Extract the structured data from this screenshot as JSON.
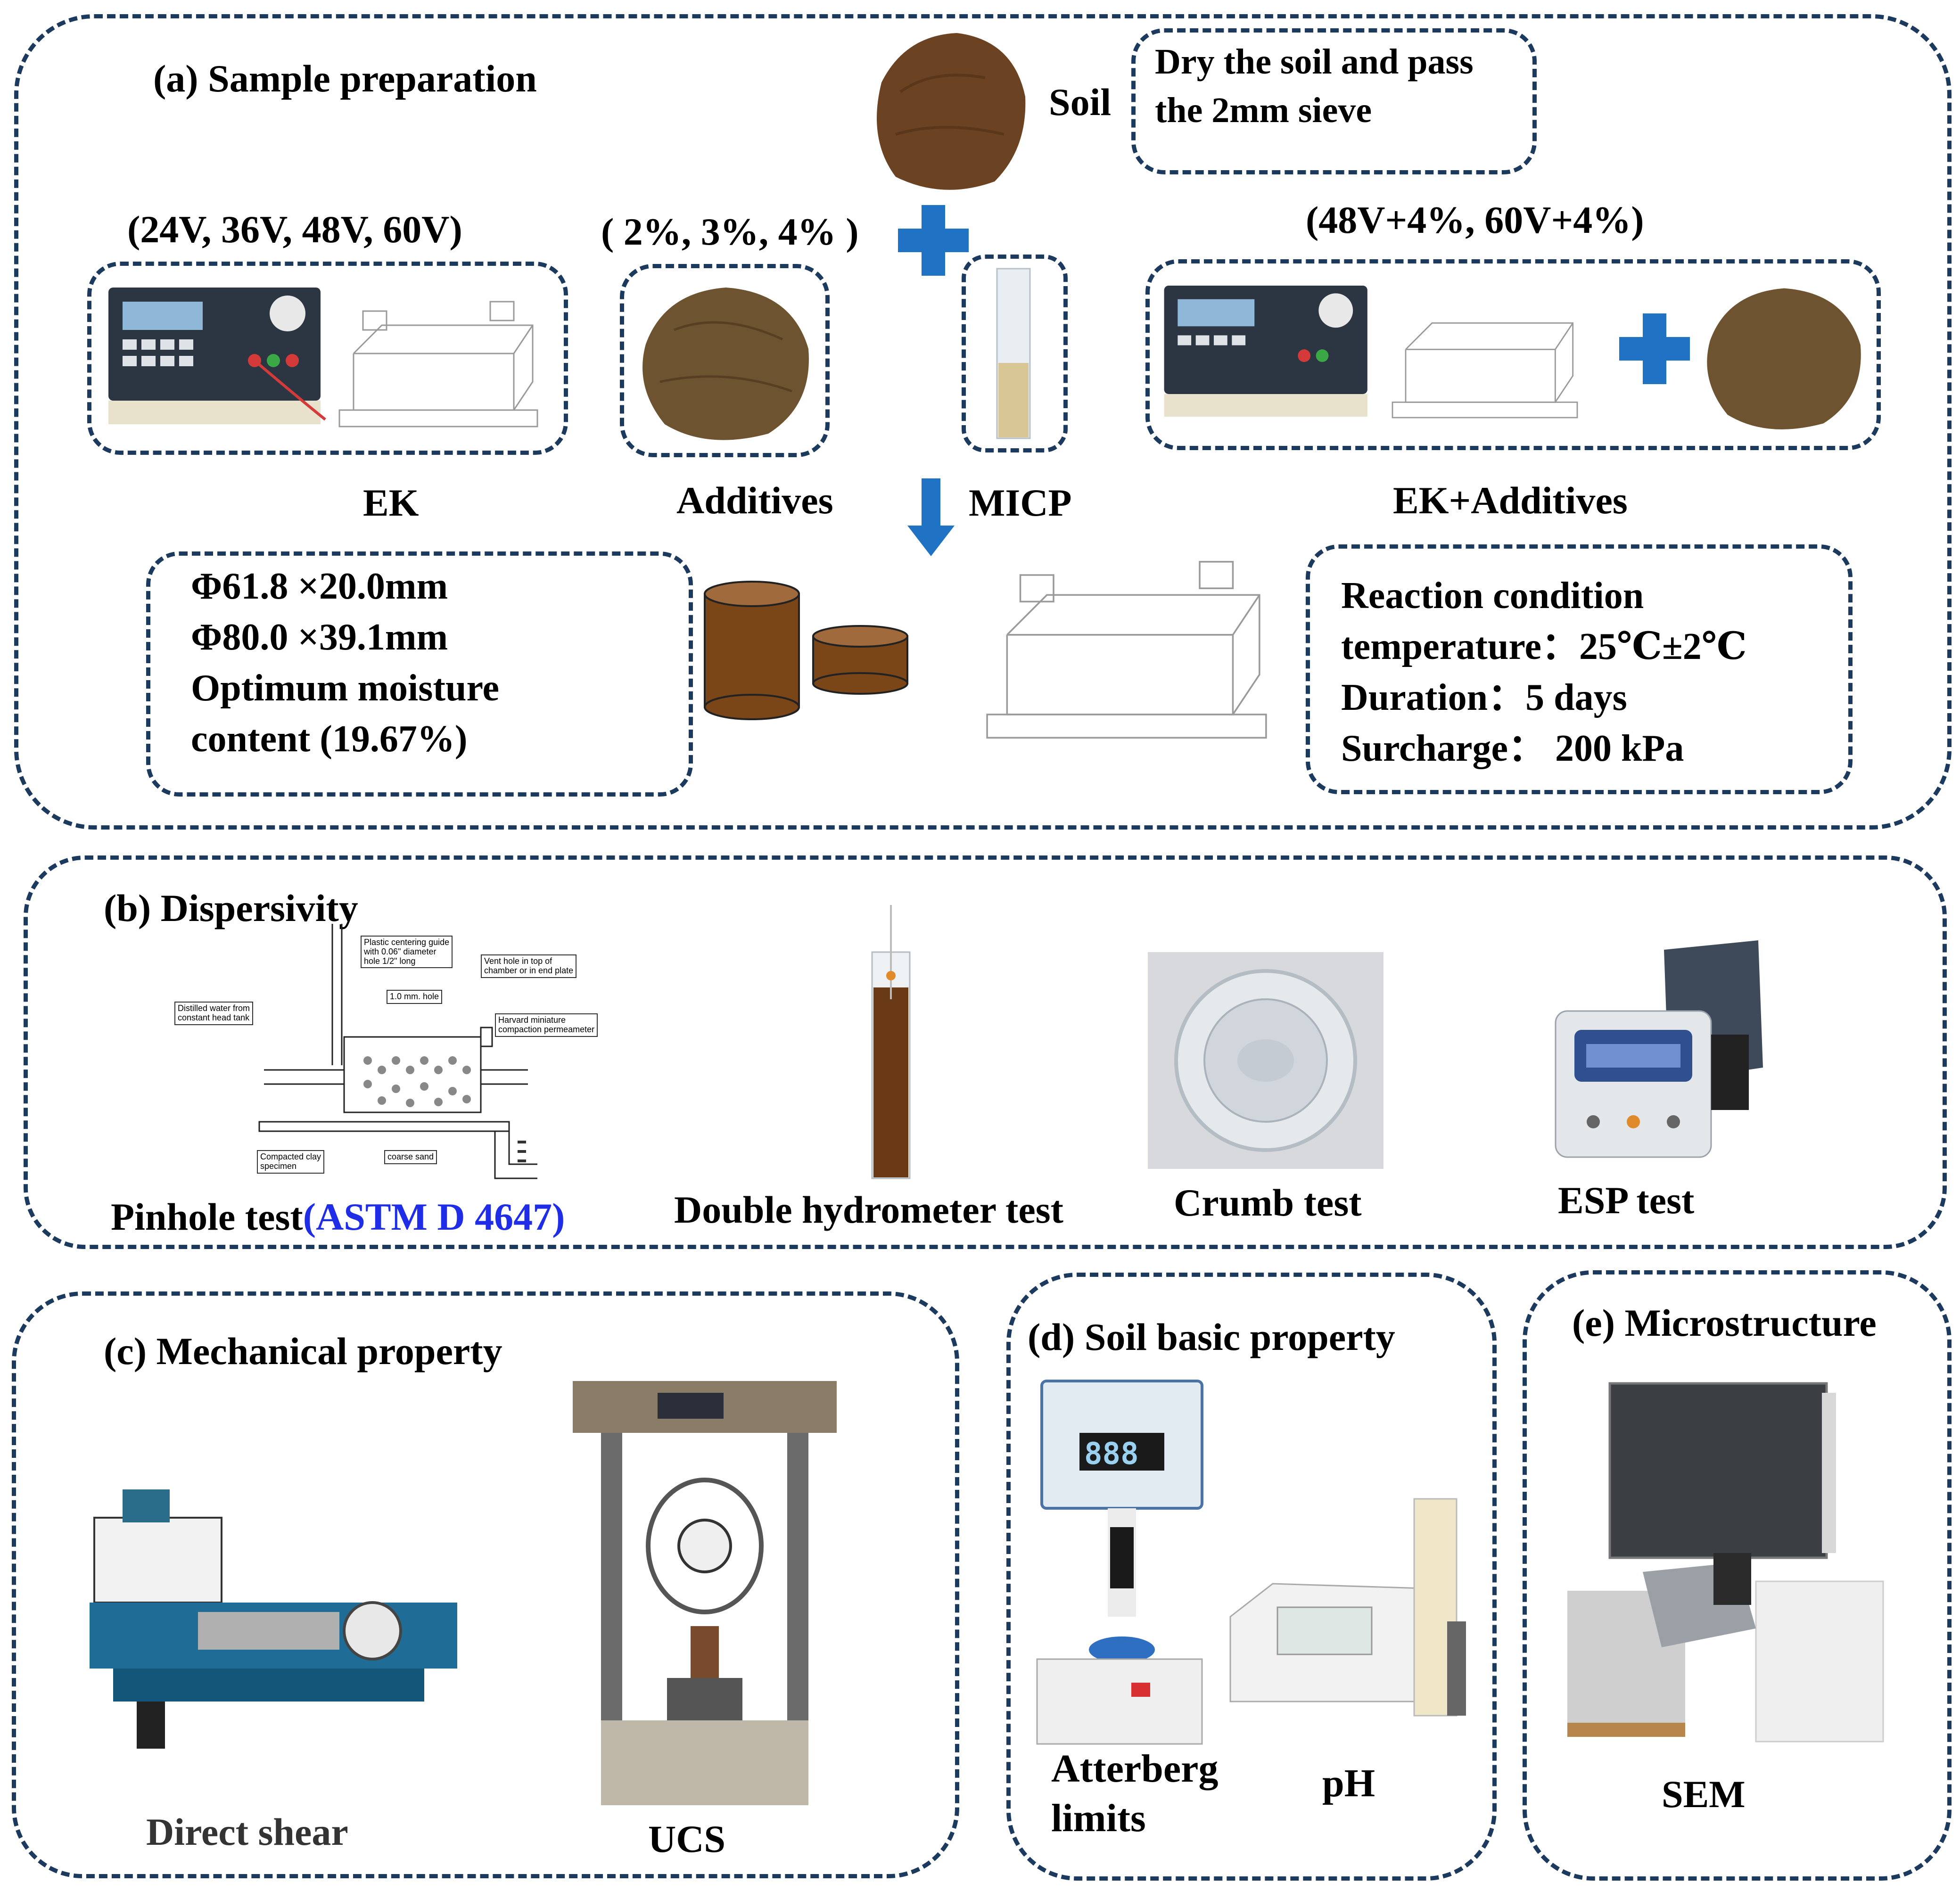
{
  "panel_a": {
    "title": "(a) Sample preparation",
    "soil_label": "Soil",
    "dry_note": "Dry the soil and pass\nthe 2mm sieve",
    "ek_voltages": "(24V, 36V, 48V, 60V)",
    "additive_pct": "( 2%, 3%, 4% )",
    "combo_conditions": "(48V+4%,  60V+4%)",
    "ek_label": "EK",
    "additives_label": "Additives",
    "micp_label": "MICP",
    "ek_additives_label": "EK+Additives",
    "specimen_spec": "Φ61.8 ×20.0mm\nΦ80.0 ×39.1mm\nOptimum moisture\ncontent (19.67%)",
    "reaction_spec": "Reaction condition\ntemperature：25℃±2℃\nDuration：5 days\nSurcharge：  200 kPa"
  },
  "panel_b": {
    "title": "(b) Dispersivity",
    "pinhole_label": "Pinhole test",
    "pinhole_standard": "(ASTM D 4647)",
    "double_hydrometer_label": "Double hydrometer test",
    "crumb_label": "Crumb test",
    "esp_label": "ESP test",
    "diagram_callouts": {
      "centering_guide": "Plastic centering guide\nwith 0.06\" diameter\nhole 1/2\" long",
      "vent_hole": "Vent hole in top of\nchamber or in end plate",
      "hole": "1.0 mm. hole",
      "distilled_water": "Distilled water from\nconstant head tank",
      "permeameter": "Harvard miniature\ncompaction permeameter",
      "clay_specimen": "Compacted clay\nspecimen",
      "coarse_sand": "coarse sand"
    }
  },
  "panel_c": {
    "title": "(c) Mechanical property",
    "direct_shear_label": "Direct shear",
    "ucs_label": "UCS"
  },
  "panel_d": {
    "title": "(d) Soil basic property",
    "atterberg_label": "Atterberg\nlimits",
    "ph_label": "pH",
    "device_display": "888"
  },
  "panel_e": {
    "title": "(e) Microstructure",
    "sem_label": "SEM"
  },
  "colors": {
    "border": "#1c3a5e",
    "arrow": "#1f72c4",
    "soil": "#6b4323",
    "standard_link": "#1f2ee6"
  }
}
